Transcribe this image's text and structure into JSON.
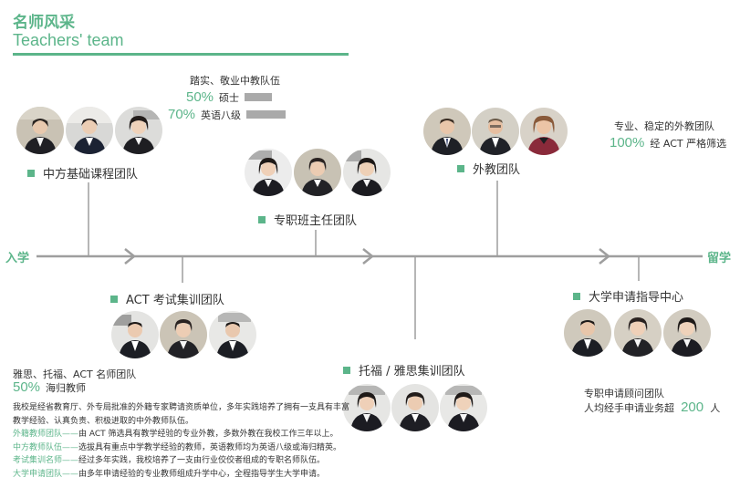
{
  "header": {
    "title_cn": "名师风采",
    "title_en": "Teachers' team"
  },
  "timeline": {
    "start_label": "入学",
    "end_label": "留学"
  },
  "teams": {
    "chinese_basic": "中方基础课程团队",
    "class_teacher": "专职班主任团队",
    "foreign": "外教团队",
    "act": "ACT 考试集训团队",
    "toefl_ielts": "托福 / 雅思集训团队",
    "university": "大学申请指导中心"
  },
  "chinese_stats": {
    "heading": "踏实、敬业中教队伍",
    "row1": {
      "pct": "50%",
      "label": "硕士",
      "fraction": 0.5
    },
    "row2": {
      "pct": "70%",
      "label": "英语八级",
      "fraction": 0.7
    }
  },
  "foreign_stats": {
    "heading": "专业、稳定的外教团队",
    "pct": "100%",
    "label": "经 ACT 严格筛选"
  },
  "famous_stats": {
    "heading": "雅思、托福、ACT 名师团队",
    "pct": "50%",
    "label": "海归教师"
  },
  "university_stats": {
    "heading": "专职申请顾问团队",
    "prefix": "人均经手申请业务超",
    "number": "200",
    "suffix": "人"
  },
  "description": {
    "line1": "我校是经省教育厅、外专局批准的外籍专家聘请资质单位，多年实践培养了拥有一支具有丰富",
    "line2": "教学经验、认真负责、积极进取的中外教师队伍。",
    "items": [
      {
        "label": "外籍教师团队——",
        "text": "由 ACT 筛选具有教学经验的专业外教，多数外教在我校工作三年以上。"
      },
      {
        "label": "中方教师队伍——",
        "text": "选拔具有重点中学教学经验的教师，英语教师均为英语八级或海归精英。"
      },
      {
        "label": "考试集训名师——",
        "text": "经过多年实践，我校培养了一支由行业佼佼者组成的专职名师队伍。"
      },
      {
        "label": "大学申请团队——",
        "text": "由多年申请经验的专业教师组成升学中心，全程指导学生大学申请。"
      }
    ]
  },
  "icons": [
    "teacher-avatar-icon",
    "bullet-square-icon",
    "arrow-chevron-icon"
  ],
  "colors": {
    "accent": "#5cb58a",
    "line": "#9e9e9e",
    "bar": "#aaaaaa"
  }
}
